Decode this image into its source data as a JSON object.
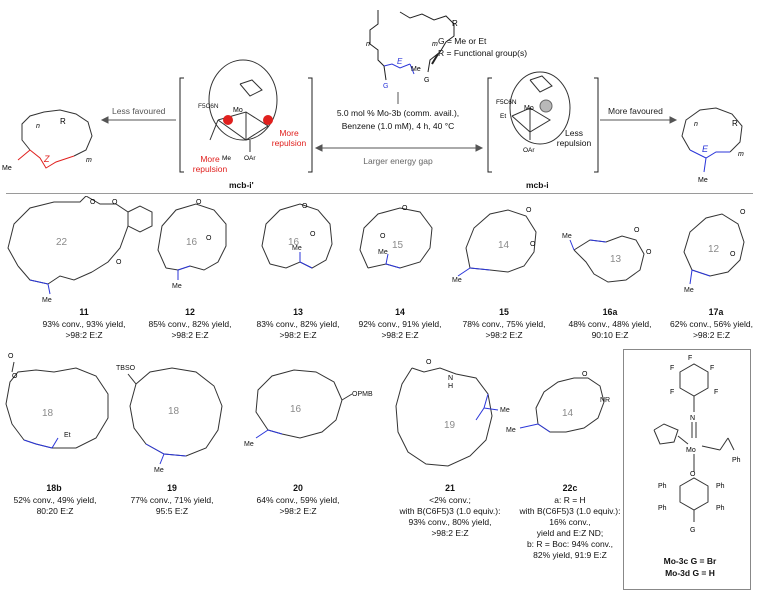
{
  "scheme": {
    "substituent_G": "G = Me or Et",
    "substituent_R": "R = Functional group(s)",
    "conditions_1": "5.0 mol % Mo-3b (comm. avail.),",
    "conditions_2": "Benzene (1.0 mM), 4 h, 40 °C",
    "energy_gap": "Larger energy gap",
    "less_favoured": "Less favoured",
    "more_favoured": "More favoured",
    "more_repulsion_1": "More repulsion",
    "more_repulsion_2": "More repulsion",
    "less_repulsion": "Less repulsion",
    "mcb_z": "mcb-i'",
    "mcb_e": "mcb-i",
    "z_label": "Z",
    "e_label": "E"
  },
  "compounds_row1": [
    {
      "num": "11",
      "ring": "22",
      "line1": "93% conv., 93% yield,",
      "line2": ">98:2 E:Z"
    },
    {
      "num": "12",
      "ring": "16",
      "line1": "85% conv., 82% yield,",
      "line2": ">98:2 E:Z"
    },
    {
      "num": "13",
      "ring": "16",
      "line1": "83% conv., 82% yield,",
      "line2": ">98:2 E:Z"
    },
    {
      "num": "14",
      "ring": "15",
      "line1": "92% conv., 91% yield,",
      "line2": ">98:2 E:Z"
    },
    {
      "num": "15",
      "ring": "14",
      "line1": "78% conv., 75% yield,",
      "line2": ">98:2 E:Z"
    },
    {
      "num": "16a",
      "ring": "13",
      "line1": "48% conv., 48% yield,",
      "line2": "90:10 E:Z"
    },
    {
      "num": "17a",
      "ring": "12",
      "line1": "62% conv., 56% yield,",
      "line2": ">98:2 E:Z"
    }
  ],
  "compounds_row2": [
    {
      "num": "18b",
      "ring": "18",
      "line1": "52% conv., 49% yield,",
      "line2": "80:20 E:Z"
    },
    {
      "num": "19",
      "ring": "18",
      "line1": "77% conv., 71% yield,",
      "line2": "95:5 E:Z"
    },
    {
      "num": "20",
      "ring": "16",
      "line1": "64% conv., 59% yield,",
      "line2": ">98:2 E:Z"
    }
  ],
  "compound21": {
    "num": "21",
    "ring": "19",
    "lines": [
      "<2% conv.;",
      "with B(C6F5)3 (1.0 equiv.):",
      "93% conv., 80% yield,",
      ">98:2 E:Z"
    ]
  },
  "compound22": {
    "num": "22c",
    "ring": "14",
    "lines": [
      "a: R = H",
      "with B(C6F5)3 (1.0 equiv.):",
      "16% conv.,",
      "yield and E:Z ND;",
      "b: R = Boc: 94% conv.,",
      "82% yield, 91:9 E:Z"
    ]
  },
  "catalyst_box": {
    "mo3c": "Mo-3c  G = Br",
    "mo3d": "Mo-3d  G = H",
    "atoms": {
      "F": "F",
      "N": "N",
      "Mo": "Mo",
      "Ph": "Ph",
      "O": "O",
      "G": "G"
    }
  },
  "labels": {
    "me": "Me",
    "et": "Et",
    "o": "O",
    "h": "H",
    "nr": "NR",
    "tbso": "TBSO",
    "opmb": "OPMB",
    "n": "n",
    "m": "m",
    "r": "R",
    "g": "G",
    "oar": "OAr",
    "f5c6n": "F5C6N"
  },
  "colors": {
    "accent_blue": "#2b36d9",
    "accent_red": "#e0201e",
    "ring_gray": "#8a8a8a"
  }
}
